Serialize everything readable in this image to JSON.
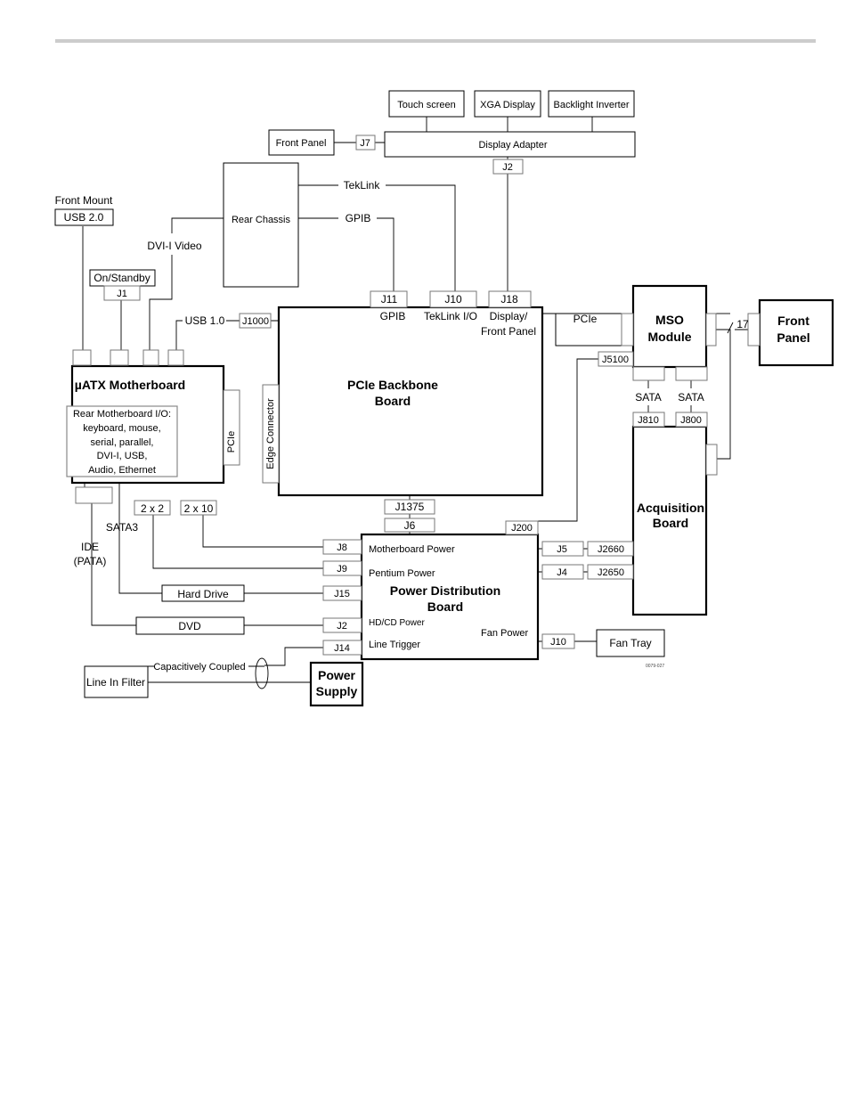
{
  "blocks": {
    "touch_screen": "Touch screen",
    "xga_display": "XGA Display",
    "backlight_inverter": "Backlight Inverter",
    "front_panel_top": "Front Panel",
    "display_adapter": "Display Adapter",
    "rear_chassis": "Rear Chassis",
    "front_mount": "Front Mount",
    "usb_2_0": "USB 2.0",
    "on_standby": "On/Standby",
    "motherboard": "µATX Motherboard",
    "rear_io": [
      "Rear Motherboard I/O:",
      "keyboard, mouse,",
      "serial, parallel,",
      "DVI-I, USB,",
      "Audio, Ethernet"
    ],
    "pcie_backbone": [
      "PCIe Backbone",
      "Board"
    ],
    "edge_connector": "Edge Connector",
    "mso_module": [
      "MSO",
      "Module"
    ],
    "front_panel_right": [
      "Front",
      "Panel"
    ],
    "acquisition_board": [
      "Acquisition",
      "Board"
    ],
    "power_distribution": [
      "Power Distribution",
      "Board"
    ],
    "hard_drive": "Hard Drive",
    "dvd": "DVD",
    "fan_tray": "Fan Tray",
    "line_in_filter": "Line In Filter",
    "power_supply": [
      "Power",
      "Supply"
    ]
  },
  "connectors": {
    "j7": "J7",
    "j2_display": "J2",
    "j1": "J1",
    "j1000": "J1000",
    "j11": "J11",
    "j10_teklink": "J10",
    "j18": "J18",
    "j5100": "J5100",
    "j810": "J810",
    "j800": "J800",
    "j1375": "J1375",
    "j6": "J6",
    "j200": "J200",
    "j8": "J8",
    "j9": "J9",
    "j15": "J15",
    "j2_dvd": "J2",
    "j14": "J14",
    "j5": "J5",
    "j4": "J4",
    "j2660": "J2660",
    "j2650": "J2650",
    "j10_fan": "J10",
    "two_by_two": "2 x 2",
    "two_by_ten": "2 x 10"
  },
  "labels": {
    "teklink": "TekLink",
    "gpib": "GPIB",
    "dvi_video": "DVI-I Video",
    "usb_1_0": "USB 1.0",
    "gpib_port": "GPIB",
    "teklink_io": "TekLink I/O",
    "display_front_panel": [
      "Display/",
      "Front Panel"
    ],
    "pcie_link": "PCIe",
    "pcie_slot": "PCIe",
    "sata_left": "SATA",
    "sata_right": "SATA",
    "seventeen": "17",
    "sata3": "SATA3",
    "ide_pata": [
      "IDE",
      "(PATA)"
    ],
    "motherboard_power": "Motherboard Power",
    "pentium_power": "Pentium Power",
    "hdcd_power": "HD/CD Power",
    "line_trigger": "Line Trigger",
    "fan_power": "Fan Power",
    "capacitively_coupled": "Capacitively Coupled",
    "figure_id": "0079-027"
  },
  "colors": {
    "line": "#000000",
    "connector_stroke": "#777777",
    "header_rule": "#cccccc"
  }
}
